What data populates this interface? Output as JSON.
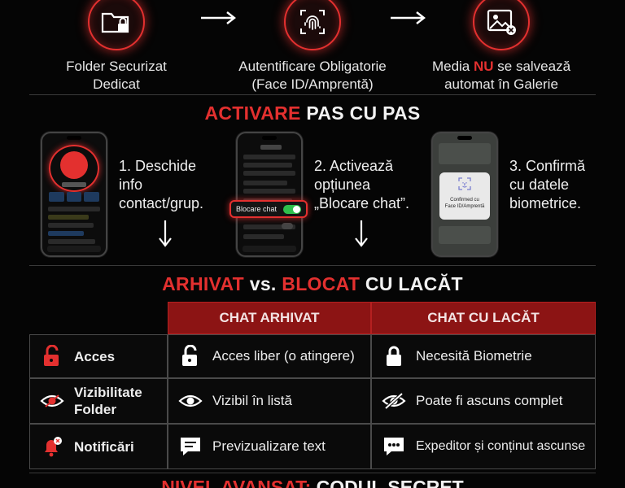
{
  "flow": {
    "items": [
      {
        "icon": "secure-folder-icon",
        "line1": "Folder Securizat",
        "line2": "Dedicat"
      },
      {
        "icon": "fingerprint-icon",
        "line1": "Autentificare Obligatorie",
        "line2": "(Face ID/Amprentă)"
      },
      {
        "icon": "no-gallery-icon",
        "pre": "Media ",
        "em": "NU",
        "post": " se salvează",
        "line2": "automat în Galerie"
      }
    ]
  },
  "steps": {
    "title_hl": "ACTIVARE",
    "title_rest": " PAS CU PAS",
    "items": [
      {
        "text": [
          "1. Deschide",
          "info",
          "contact/grup."
        ]
      },
      {
        "text": [
          "2. Activează",
          "opțiunea",
          "„Blocare chat”."
        ],
        "toggle_label": "Blocare chat"
      },
      {
        "text": [
          "3. Confirmă",
          "cu datele",
          "biometrice."
        ],
        "dialog": [
          "Confirmed cu",
          "Face ID/Amprentă"
        ]
      }
    ]
  },
  "compare": {
    "title_a": "ARHIVAT",
    "title_vs": " vs. ",
    "title_b": "BLOCAT",
    "title_rest": " CU LACĂT",
    "headers": [
      "CHAT ARHIVAT",
      "CHAT CU LACĂT"
    ],
    "rows": [
      {
        "label": "Acces",
        "label_icon": "unlock-icon",
        "a": "Acces liber (o atingere)",
        "a_icon": "unlocked-padlock-icon",
        "b": "Necesită Biometrie",
        "b_icon": "padlock-icon"
      },
      {
        "label": "Vizibilitate Folder",
        "label_icon": "eye-icon",
        "a": "Vizibil în listă",
        "a_icon": "eye-icon",
        "b": "Poate fi ascuns complet",
        "b_icon": "eye-off-icon"
      },
      {
        "label": "Notificări",
        "label_icon": "bell-icon",
        "a": "Previzualizare text",
        "a_icon": "message-text-icon",
        "b": "Expeditor și conținut ascunse",
        "b_icon": "message-dots-icon"
      }
    ]
  },
  "next_section": {
    "hl": "NIVEL AVANSAT:",
    "rest": " CODUL SECRET"
  },
  "colors": {
    "accent": "#e3302f",
    "header_bg": "#8c1414",
    "background": "#050505"
  }
}
